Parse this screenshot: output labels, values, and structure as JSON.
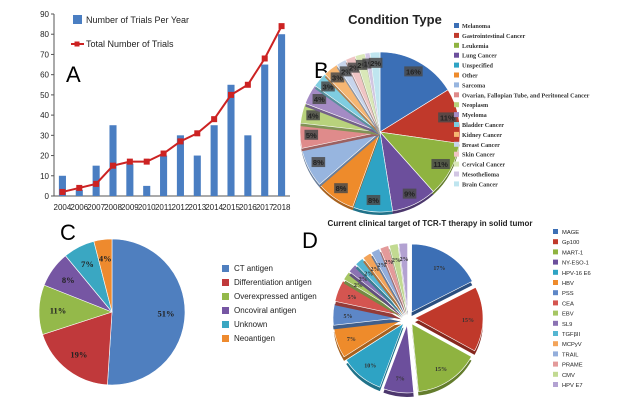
{
  "panel_letters": [
    "A",
    "B",
    "C",
    "D"
  ],
  "chart_data": [
    {
      "panel": "A",
      "type": "bar",
      "title": "",
      "xlabel": "",
      "ylabel": "",
      "categories": [
        "2004",
        "2006",
        "2007",
        "2008",
        "2009",
        "2010",
        "2011",
        "2012",
        "2013",
        "2014",
        "2015",
        "2016",
        "2017",
        "2018"
      ],
      "ylim": [
        0,
        90
      ],
      "yticks": [
        0,
        10,
        20,
        30,
        40,
        50,
        60,
        70,
        80,
        90
      ],
      "legend_position": "top-left",
      "series": [
        {
          "name": "Number of Trials Per Year",
          "kind": "bar",
          "color": "#4a7ec2",
          "values": [
            10,
            3,
            15,
            35,
            16,
            5,
            20,
            30,
            20,
            35,
            55,
            30,
            65,
            80
          ]
        },
        {
          "name": "Total Number of Trials",
          "kind": "line",
          "color": "#cc2222",
          "values": [
            2,
            4,
            6,
            15,
            17,
            17,
            21,
            27,
            31,
            38,
            50,
            55,
            68,
            84
          ]
        }
      ]
    },
    {
      "panel": "B",
      "type": "pie",
      "title": "Condition Type",
      "legend_position": "right",
      "slices": [
        {
          "label": "Melanoma",
          "value": 16,
          "text": "16%",
          "color": "#3b6fb6"
        },
        {
          "label": "Gastrointestinal Cancer",
          "value": 11,
          "text": "11%",
          "color": "#c0392b"
        },
        {
          "label": "Leukemia",
          "value": 11,
          "text": "11%",
          "color": "#8fb340"
        },
        {
          "label": "Lung Cancer",
          "value": 9,
          "text": "9%",
          "color": "#6c4f9c"
        },
        {
          "label": "Unspecified",
          "value": 8,
          "text": "8%",
          "color": "#2ea3c4"
        },
        {
          "label": "Other",
          "value": 8,
          "text": "8%",
          "color": "#ee8b2b"
        },
        {
          "label": "Sarcoma",
          "value": 8,
          "text": "8%",
          "color": "#97b5df"
        },
        {
          "label": "Ovarian, Fallopian Tube, and Peritoneal Cancer",
          "value": 5,
          "text": "5%",
          "color": "#df8b8b"
        },
        {
          "label": "Neoplasm",
          "value": 4,
          "text": "4%",
          "color": "#b8d27c"
        },
        {
          "label": "Myeloma",
          "value": 4,
          "text": "4%",
          "color": "#a48bc4"
        },
        {
          "label": "Bladder Cancer",
          "value": 3,
          "text": "3%",
          "color": "#7fcde0"
        },
        {
          "label": "Kidney Cancer",
          "value": 3,
          "text": "3%",
          "color": "#f6b672"
        },
        {
          "label": "Breast Cancer",
          "value": 2,
          "text": "2%",
          "color": "#c7d5ec"
        },
        {
          "label": "Skin Cancer",
          "value": 2,
          "text": "2%",
          "color": "#efc4c4"
        },
        {
          "label": "Cervical Cancer",
          "value": 2,
          "text": "2%",
          "color": "#d9e8b8"
        },
        {
          "label": "Mesothelioma",
          "value": 1,
          "text": "1%",
          "color": "#d2c6e3"
        },
        {
          "label": "Brain Cancer",
          "value": 2,
          "text": "2%",
          "color": "#bfe5ef"
        }
      ]
    },
    {
      "panel": "C",
      "type": "pie",
      "title": "",
      "legend_position": "right",
      "slices": [
        {
          "label": "CT antigen",
          "value": 51,
          "text": "51%",
          "color": "#4f7fbf"
        },
        {
          "label": "Differentiation antigen",
          "value": 19,
          "text": "19%",
          "color": "#c0393b"
        },
        {
          "label": "Overexpressed antigen",
          "value": 11,
          "text": "11%",
          "color": "#94b94a"
        },
        {
          "label": "Oncoviral antigen",
          "value": 8,
          "text": "8%",
          "color": "#7656a3"
        },
        {
          "label": "Unknown",
          "value": 7,
          "text": "7%",
          "color": "#3aa7c2"
        },
        {
          "label": "Neoantigen",
          "value": 4,
          "text": "4%",
          "color": "#ee8a2e"
        }
      ]
    },
    {
      "panel": "D",
      "type": "pie",
      "title": "Current clinical target of TCR-T therapy in solid tumor",
      "legend_position": "right",
      "slices": [
        {
          "label": "MAGE",
          "value": 17,
          "text": "17%",
          "color": "#3c6fb5"
        },
        {
          "label": "Gp100",
          "value": 15,
          "text": "15%",
          "color": "#c0392b"
        },
        {
          "label": "MART-1",
          "value": 15,
          "text": "15%",
          "color": "#8fb340"
        },
        {
          "label": "NY-ESO-1",
          "value": 7,
          "text": "7%",
          "color": "#6c4f9c"
        },
        {
          "label": "HPV-16 E6",
          "value": 10,
          "text": "10%",
          "color": "#2ea3c4"
        },
        {
          "label": "HBV",
          "value": 7,
          "text": "7%",
          "color": "#ee8b2b"
        },
        {
          "label": "PSS",
          "value": 5,
          "text": "5%",
          "color": "#5d87c7"
        },
        {
          "label": "CEA",
          "value": 5,
          "text": "5%",
          "color": "#d45550"
        },
        {
          "label": "EBV",
          "value": 2,
          "text": "2%",
          "color": "#a6c663"
        },
        {
          "label": "SL9",
          "value": 2,
          "text": "2%",
          "color": "#8b72b3"
        },
        {
          "label": "TGFβII",
          "value": 2,
          "text": "2%",
          "color": "#55b6d2"
        },
        {
          "label": "MCPyV",
          "value": 2,
          "text": "2%",
          "color": "#f3a45a"
        },
        {
          "label": "TRAIL",
          "value": 2,
          "text": "2%",
          "color": "#93aedb"
        },
        {
          "label": "PRAME",
          "value": 2,
          "text": "2%",
          "color": "#e39a9a"
        },
        {
          "label": "CMV",
          "value": 2,
          "text": "2%",
          "color": "#c2da92"
        },
        {
          "label": "HPV E7",
          "value": 2,
          "text": "2%",
          "color": "#b3a2d2"
        }
      ]
    }
  ]
}
